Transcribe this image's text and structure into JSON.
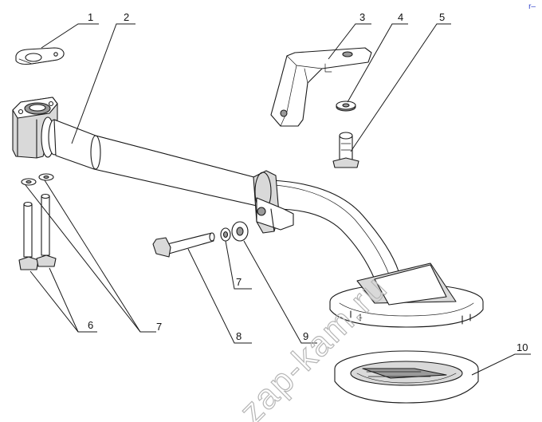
{
  "watermark": "zap-kam.ru",
  "corner_mark": "r–",
  "callouts": [
    {
      "id": "c1",
      "label": "1"
    },
    {
      "id": "c2",
      "label": "2"
    },
    {
      "id": "c3",
      "label": "3"
    },
    {
      "id": "c4",
      "label": "4"
    },
    {
      "id": "c5",
      "label": "5"
    },
    {
      "id": "c6",
      "label": "6"
    },
    {
      "id": "c7a",
      "label": "7"
    },
    {
      "id": "c7b",
      "label": "7"
    },
    {
      "id": "c8",
      "label": "8"
    },
    {
      "id": "c9",
      "label": "9"
    },
    {
      "id": "c10",
      "label": "10"
    }
  ],
  "colors": {
    "line": "#1a1a1a",
    "watermark": "#b5b5b5",
    "corner_mark": "#3344cc"
  }
}
